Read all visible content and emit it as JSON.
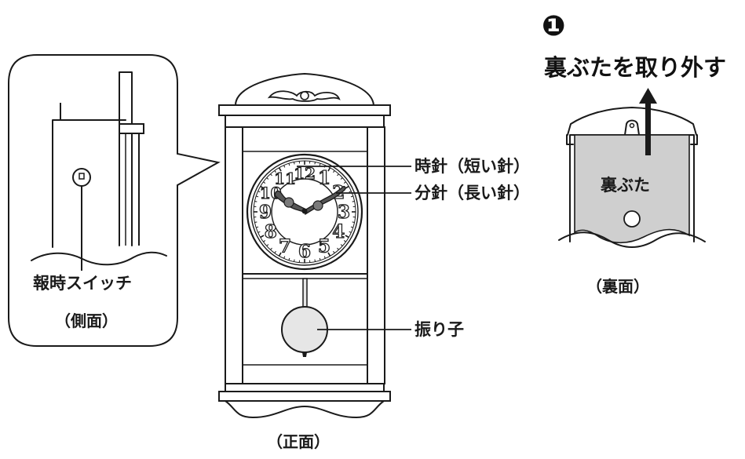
{
  "side_view": {
    "switch_label": "報時スイッチ",
    "caption": "（側面）"
  },
  "front_view": {
    "caption": "（正面）",
    "dial_numerals": [
      "12",
      "1",
      "2",
      "3",
      "4",
      "5",
      "6",
      "7",
      "8",
      "9",
      "10",
      "11"
    ],
    "callouts": {
      "hour_hand": "時針（短い針）",
      "minute_hand": "分針（長い針）",
      "pendulum": "振り子"
    }
  },
  "back_view": {
    "step_marker": "❶",
    "step_title": "裏ぶたを取り外す",
    "cover_label": "裏ぶた",
    "caption": "（裏面）"
  }
}
